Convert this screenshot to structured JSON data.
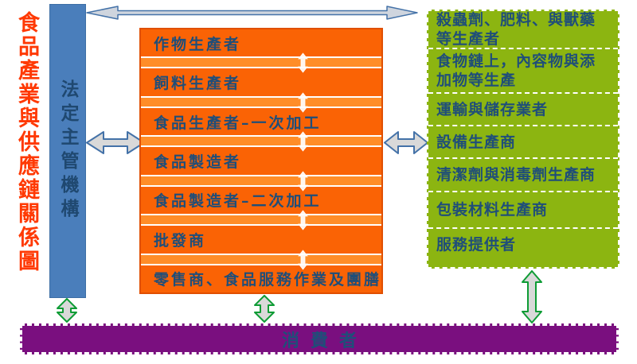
{
  "title": "食品產業與供應鏈關係圖",
  "regulator": {
    "label": "法定主管機構"
  },
  "supply_chain": {
    "rows": [
      "作物生產者",
      "飼料生產者",
      "食品生產者–一次加工",
      "食品製造者",
      "食品製造者–二次加工",
      "批發商",
      "零售商、食品服務作業及團膳"
    ]
  },
  "supporting": {
    "items": [
      "殺蟲劑、肥料、與獸藥等生產者",
      "食物鏈上，內容物與添加物等生產",
      "運輸與儲存業者",
      "設備生產商",
      "清潔劑與消毒劑生產商",
      "包裝材料生產商",
      "服務提供者"
    ]
  },
  "consumer": {
    "label": "消費者"
  },
  "colors": {
    "title_red": "#FF3903",
    "regulator_blue": "#4A7EBB",
    "chain_orange": "#FA6305",
    "chain_strip_orange": "#FF8D28",
    "chain_border_orange": "#E04F02",
    "support_green": "#8CB511",
    "consumer_purple": "#7A0F7F",
    "text_navy": "#1F4E79",
    "arrow_gray": "#D9D9D9",
    "arrow_blue_outline": "#4472A8",
    "arrow_green_outline": "#0E9C35"
  }
}
